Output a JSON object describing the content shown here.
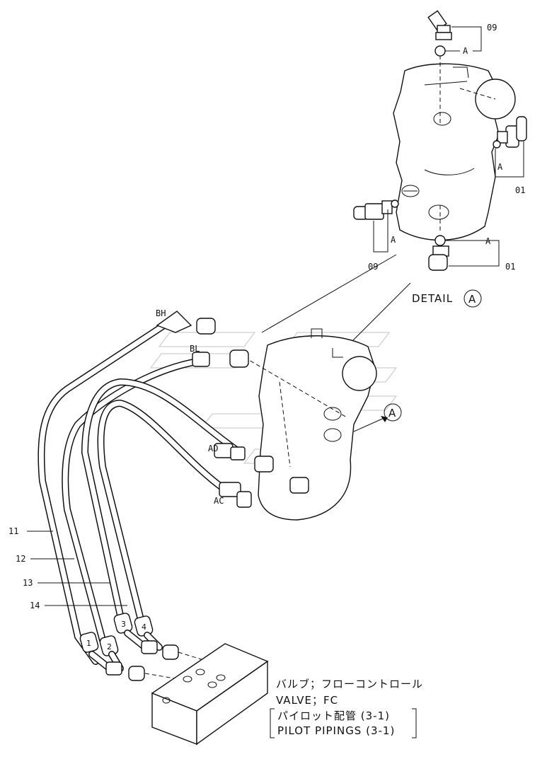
{
  "detail": {
    "caption": "DETAIL",
    "circle_letter": "A"
  },
  "callout_letter": "A",
  "port_labels": {
    "bh": "BH",
    "bl": "BL",
    "ad": "AD",
    "ac": "AC"
  },
  "detail_labels": {
    "top_part": "09",
    "right_part": "01",
    "left_part": "09",
    "bottom_part": "01",
    "a": "A"
  },
  "part_numbers": [
    "11",
    "12",
    "13",
    "14"
  ],
  "hose_tags": [
    "1",
    "2",
    "3",
    "4"
  ],
  "title_block": {
    "line1": "バルブ；フローコントロール",
    "line2": "VALVE；FC",
    "line3": "パイロット配管 (3-1)",
    "line4": "PILOT  PIPINGS (3-1)"
  }
}
